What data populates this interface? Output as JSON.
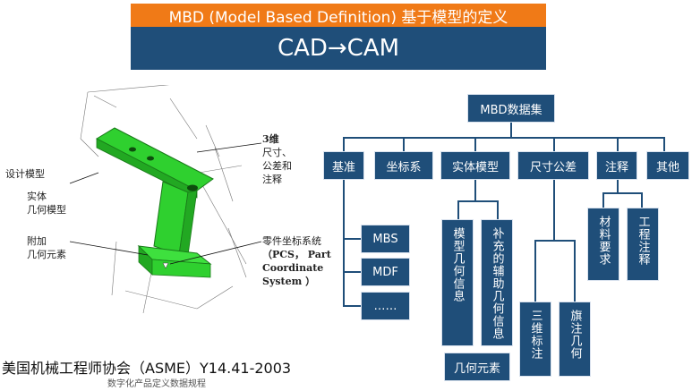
{
  "header": {
    "subtitle": "MBD (Model Based Definition) 基于模型的定义",
    "title": "CAD→CAM"
  },
  "tree": {
    "root": "MBD数据集",
    "categories": [
      "基准",
      "坐标系",
      "实体模型",
      "尺寸公差",
      "注释",
      "其他"
    ],
    "datum_children": [
      "MBS",
      "MDF",
      "……"
    ],
    "solid_children": [
      "模型几何信息",
      "补充的辅助几何信息"
    ],
    "solid_bottom": "几何元素",
    "dimension_children": [
      "三维标注",
      "旗注几何"
    ],
    "annotation_children": [
      "材料要求",
      "工程注释"
    ]
  },
  "illustration": {
    "label_design_model": "设计模型",
    "label_solid_line1": "实体",
    "label_solid_line2": "几何模型",
    "label_attach_line1": "附加",
    "label_attach_line2": "几何元素",
    "label_3d_line1": "3维",
    "label_3d_line2": "尺寸、",
    "label_3d_line3": "公差和",
    "label_3d_line4": "注释",
    "label_pcs_line1": "零件坐标系统",
    "label_pcs_line2": "（PCS， Part",
    "label_pcs_line3": "Coordinate",
    "label_pcs_line4": "System ）"
  },
  "footer": {
    "main": "美国机械工程师协会（ASME）Y14.41-2003",
    "sub": "数字化产品定义数据规程"
  },
  "colors": {
    "orange": "#f07a17",
    "navy": "#1f4e79",
    "part_green": "#2fd02f"
  }
}
